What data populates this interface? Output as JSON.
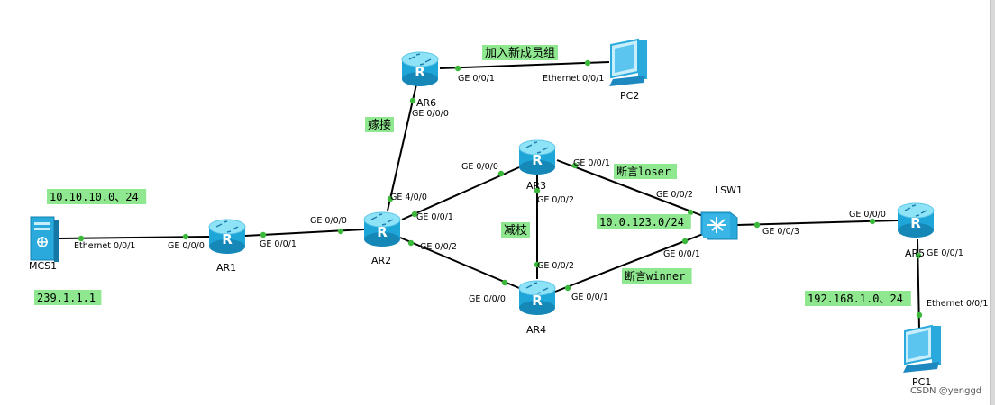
{
  "devices": {
    "mcs1": {
      "label": "MCS1",
      "icon": "server-icon"
    },
    "ar1": {
      "label": "AR1",
      "icon": "router-icon"
    },
    "ar2": {
      "label": "AR2",
      "icon": "router-icon"
    },
    "ar3": {
      "label": "AR3",
      "icon": "router-icon"
    },
    "ar4": {
      "label": "AR4",
      "icon": "router-icon"
    },
    "ar5": {
      "label": "AR5",
      "icon": "router-icon"
    },
    "ar6": {
      "label": "AR6",
      "icon": "router-icon"
    },
    "lsw1": {
      "label": "LSW1",
      "icon": "switch-icon"
    },
    "pc1": {
      "label": "PC1",
      "icon": "pc-icon"
    },
    "pc2": {
      "label": "PC2",
      "icon": "pc-icon"
    }
  },
  "links": [
    {
      "id": "mcs1-ar1",
      "a_port": "Ethernet 0/0/1",
      "b_port": "GE 0/0/0"
    },
    {
      "id": "ar1-ar2",
      "a_port": "GE 0/0/1",
      "b_port": "GE 0/0/0"
    },
    {
      "id": "ar2-ar6",
      "a_port": "GE 4/0/0",
      "b_port": "GE 0/0/0"
    },
    {
      "id": "ar6-pc2",
      "a_port": "GE 0/0/1",
      "b_port": "Ethernet 0/0/1"
    },
    {
      "id": "ar2-ar3",
      "a_port": "GE 0/0/1",
      "b_port": "GE 0/0/0"
    },
    {
      "id": "ar2-ar4",
      "a_port": "GE 0/0/2",
      "b_port": "GE 0/0/0"
    },
    {
      "id": "ar3-ar4",
      "a_port": "GE 0/0/2",
      "b_port": "GE 0/0/2"
    },
    {
      "id": "ar3-lsw1",
      "a_port": "GE 0/0/1",
      "b_port": "GE 0/0/2"
    },
    {
      "id": "ar4-lsw1",
      "a_port": "GE 0/0/1",
      "b_port": "GE 0/0/1"
    },
    {
      "id": "lsw1-ar5",
      "a_port": "GE 0/0/3",
      "b_port": "GE 0/0/0"
    },
    {
      "id": "ar5-pc1",
      "a_port": "GE 0/0/1",
      "b_port": "Ethernet 0/0/1"
    }
  ],
  "notes": {
    "mcs_net": "10.10.10.0、24",
    "group_ip": "239.1.1.1",
    "join_group": "加入新成员组",
    "graft": "嫁接",
    "prune": "减枝",
    "assert_loser": "断言loser",
    "assert_winner": "断言winner",
    "lan_net": "10.0.123.0/24",
    "pc1_net": "192.168.1.0、24"
  },
  "watermark": "CSDN @yenggd",
  "colors": {
    "note_bg": "#8fe88f",
    "link": "#000000",
    "port_dot": "#3cb83c",
    "router_top": "#8fe3f7",
    "router_body": "#1ea6d8",
    "device_icon": "#2aa9dc"
  }
}
